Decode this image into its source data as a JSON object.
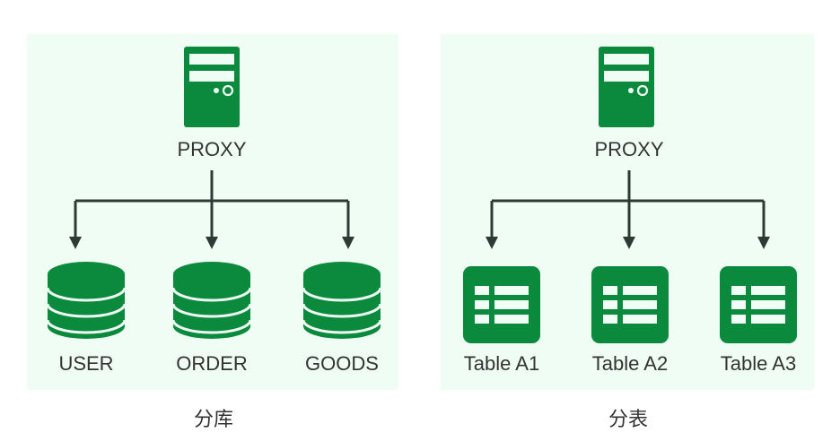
{
  "colors": {
    "panel_bg": "#effdf4",
    "icon_green": "#0b8a3d",
    "icon_light": "#effdf4",
    "arrow": "#2d3a35",
    "text": "#333333"
  },
  "panels": [
    {
      "id": "sharding-database",
      "proxy_label": "PROXY",
      "caption": "分库",
      "targets": [
        {
          "label": "USER",
          "icon": "database-icon"
        },
        {
          "label": "ORDER",
          "icon": "database-icon"
        },
        {
          "label": "GOODS",
          "icon": "database-icon"
        }
      ]
    },
    {
      "id": "sharding-table",
      "proxy_label": "PROXY",
      "caption": "分表",
      "targets": [
        {
          "label": "Table A1",
          "icon": "table-icon"
        },
        {
          "label": "Table A2",
          "icon": "table-icon"
        },
        {
          "label": "Table A3",
          "icon": "table-icon"
        }
      ]
    }
  ]
}
